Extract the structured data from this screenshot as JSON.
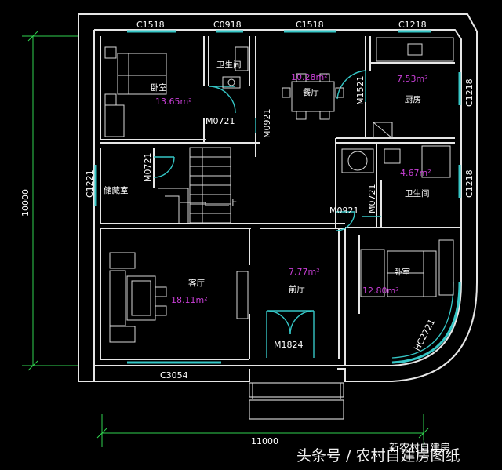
{
  "window_labels": {
    "c1518_left": "C1518",
    "c0918": "C0918",
    "c1518_mid": "C1518",
    "c1218_top": "C1218",
    "c1218_right_upper": "C1218",
    "c1218_right_lower": "C1218",
    "c1221": "C1221",
    "c3054": "C3054",
    "hc2721": "HC2721"
  },
  "door_labels": {
    "m0721_bath": "M0721",
    "m0921_dining": "M0921",
    "m1521": "M1521",
    "m0721_storage": "M0721",
    "m0921_right": "M0921",
    "m0721_right": "M0721",
    "m1824": "M1824"
  },
  "rooms": {
    "bedroom_upper": {
      "name": "卧室",
      "area": "13.65m²"
    },
    "bathroom_upper": {
      "name": "卫生间"
    },
    "dining": {
      "name": "餐厅",
      "area": "10.28m²"
    },
    "kitchen": {
      "name": "厨房",
      "area": "7.53m²"
    },
    "storage": {
      "name": "储藏室"
    },
    "bathroom_right": {
      "name": "卫生间",
      "area": "4.67m²"
    },
    "living": {
      "name": "客厅",
      "area": "18.11m²"
    },
    "foyer": {
      "name": "前厅",
      "area": "7.77m²"
    },
    "bedroom_lower": {
      "name": "卧室",
      "area": "12.80m²"
    }
  },
  "stair_label": "上",
  "dimensions": {
    "height": "10000",
    "width": "11000"
  },
  "watermark": {
    "text": "头条号 / 农村自建房图纸",
    "logo_text": "新农村自建房"
  },
  "colors": {
    "wall": "#e6e6e6",
    "window": "#35c6c6",
    "dimension": "#2fd24f",
    "area_text": "#c83fd6",
    "background": "#000000"
  }
}
